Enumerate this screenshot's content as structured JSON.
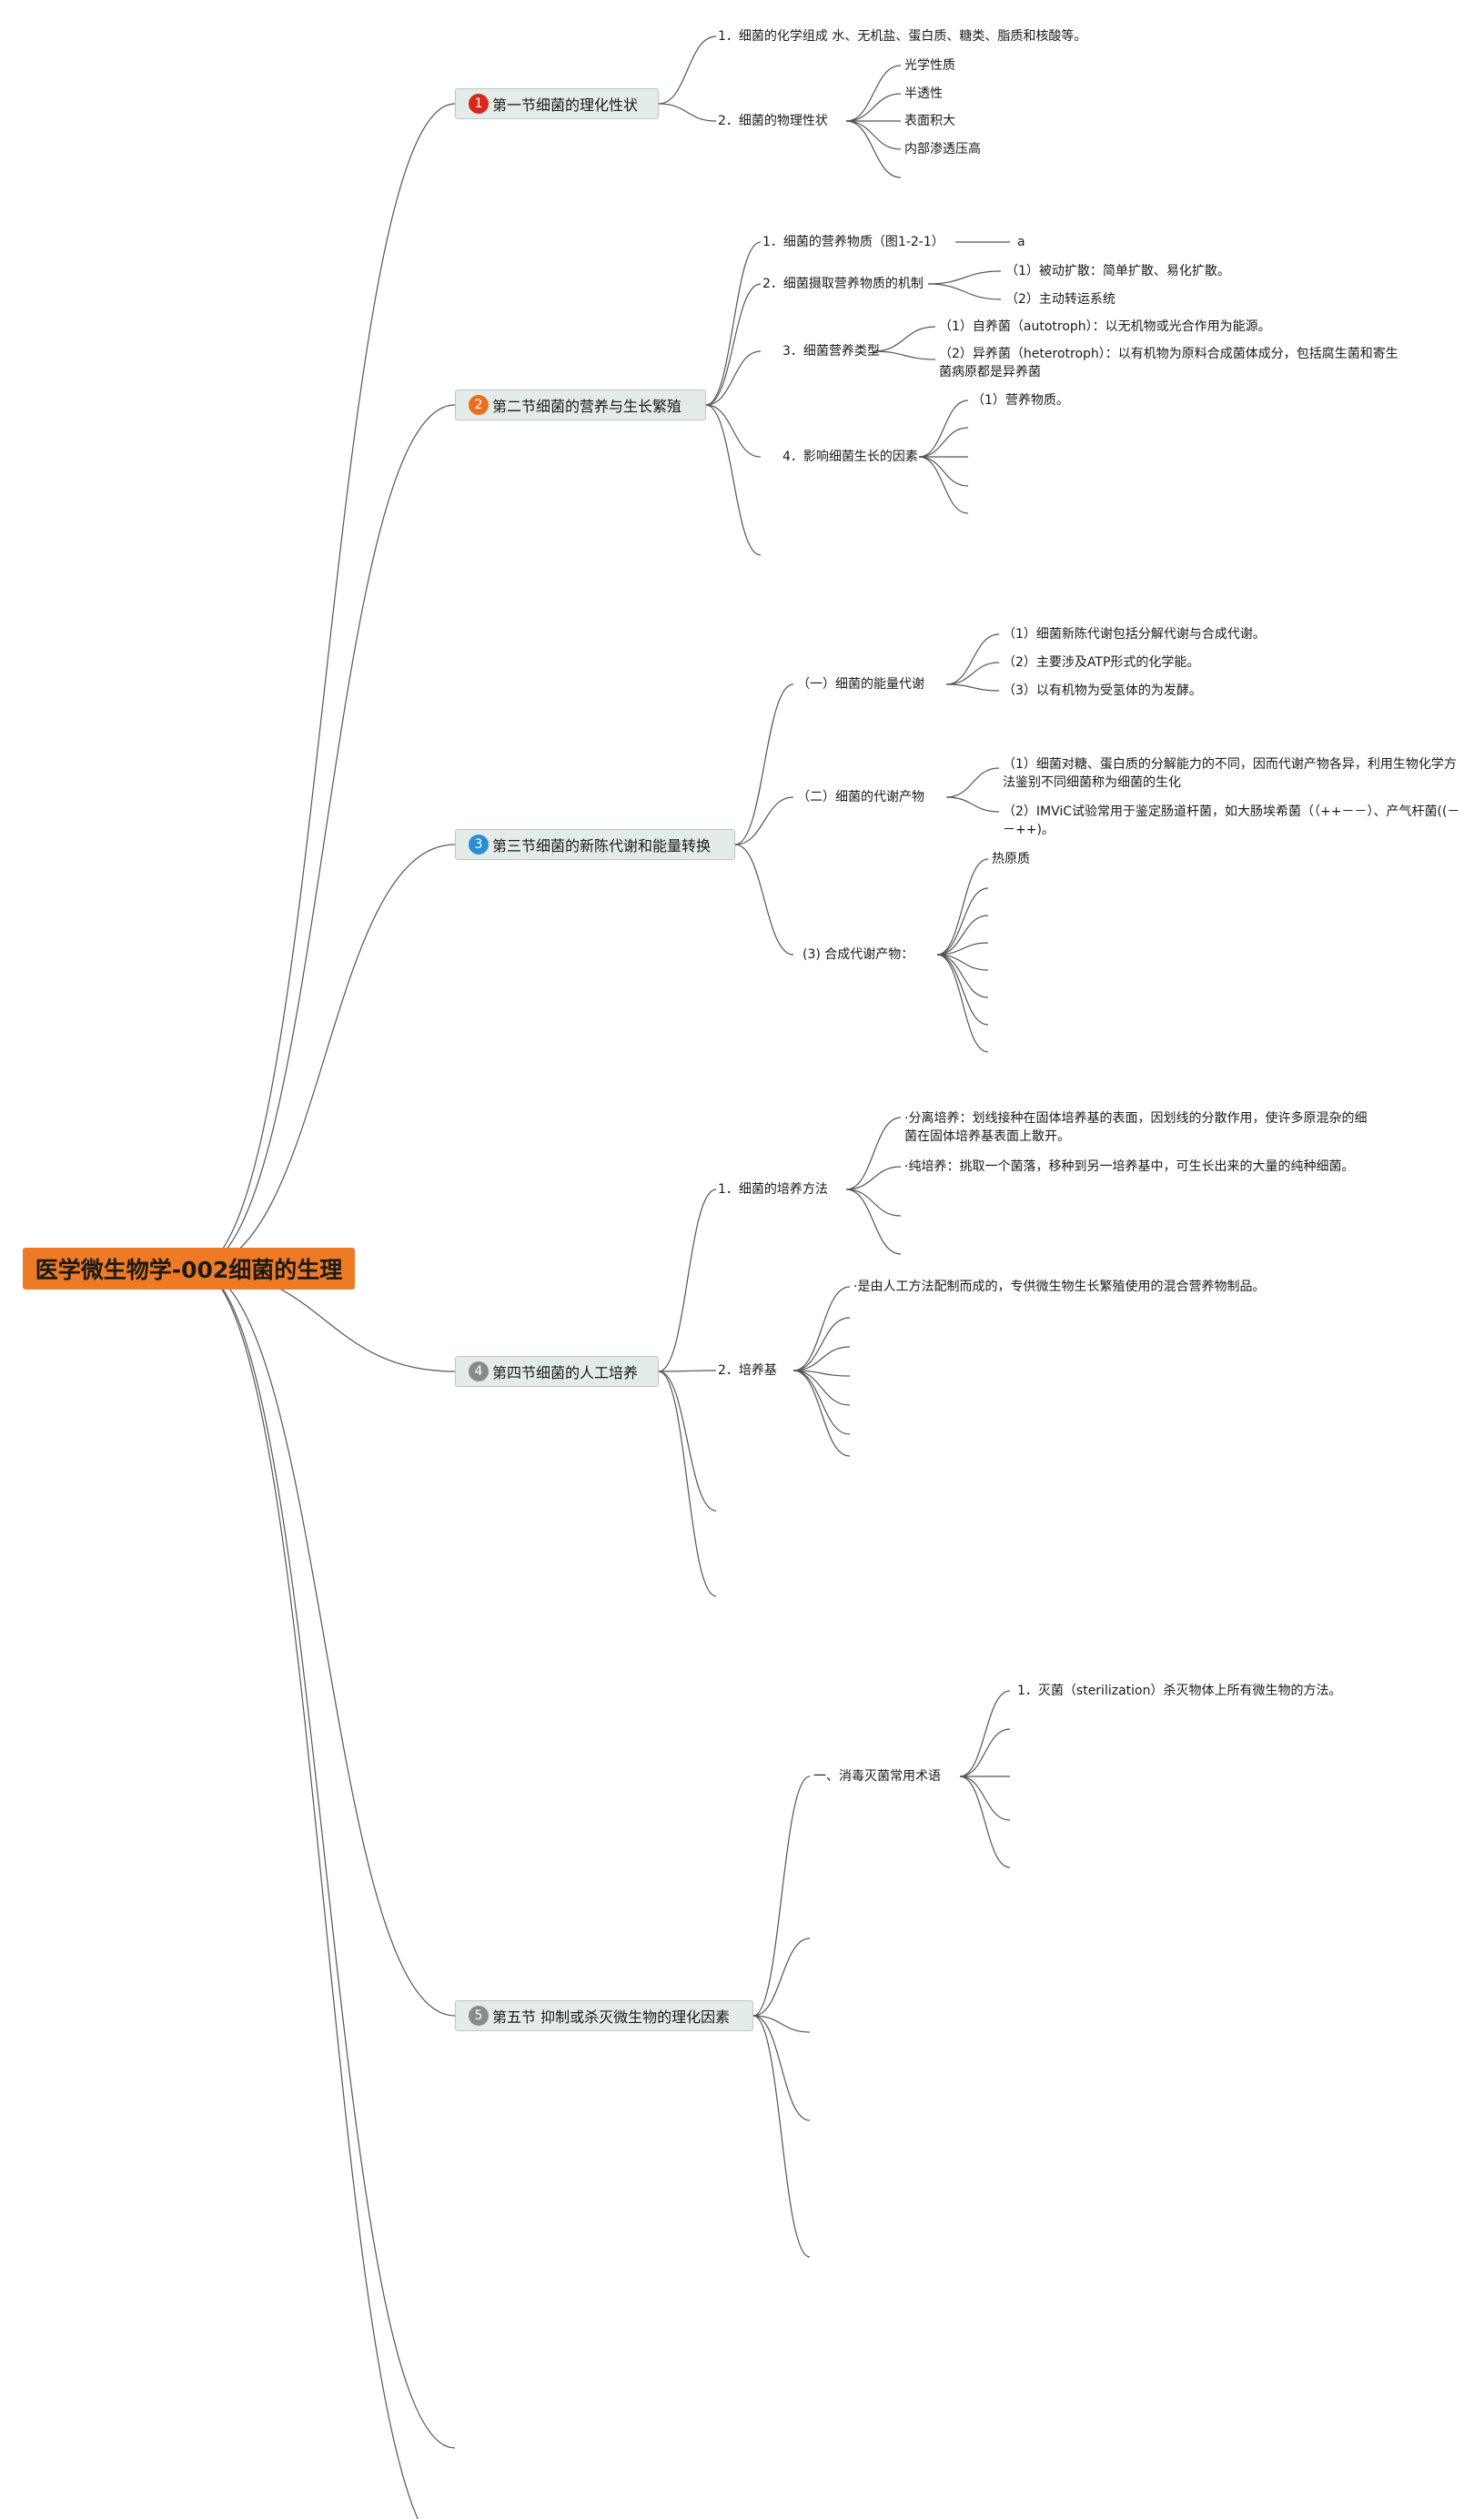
{
  "root": {
    "title": "医学微生物学-002细菌的生理",
    "color": "#ee7a25"
  },
  "sections": [
    {
      "num": "1",
      "title": "第一节细菌的理化性状",
      "badge_color": "#d9261c"
    },
    {
      "num": "2",
      "title": "第二节细菌的营养与生长繁殖",
      "badge_color": "#e8701f"
    },
    {
      "num": "3",
      "title": "第三节细菌的新陈代谢和能量转换",
      "badge_color": "#2b8ed0"
    },
    {
      "num": "4",
      "title": "第四节细菌的人工培养",
      "badge_color": "#8a8a8a"
    },
    {
      "num": "5",
      "title": "第五节 抑制或杀灭微生物的理化因素",
      "badge_color": "#8a8a8a"
    }
  ],
  "s1": {
    "chem": "1．细菌的化学组成 水、无机盐、蛋白质、糖类、脂质和核酸等。",
    "phys": "2．细菌的物理性状",
    "phys_items": [
      "光学性质",
      "半透性",
      "表面积大",
      "内部渗透压高"
    ]
  },
  "s2": {
    "nutrients": "1．细菌的营养物质（图1-2-1）",
    "nutrients_child": "a",
    "mech": "2．细菌摄取营养物质的机制",
    "mech_items": [
      "（1）被动扩散：简单扩散、易化扩散。",
      "（2）主动转运系统"
    ],
    "types": "3．细菌营养类型",
    "types_items": [
      "（1）自养菌（autotroph）：以无机物或光合作用为能源。",
      "（2）异养菌（heterotroph）：以有机物为原料合成菌体成分，包括腐生菌和寄生菌病原都是异养菌"
    ],
    "factors": "4．影响细菌生长的因素",
    "factors_items": [
      "（1）营养物质。"
    ]
  },
  "s3": {
    "energy": "（一）细菌的能量代谢",
    "energy_items": [
      "（1）细菌新陈代谢包括分解代谢与合成代谢。",
      "（2）主要涉及ATP形式的化学能。",
      "（3）以有机物为受氢体的为发酵。"
    ],
    "products": "（二）细菌的代谢产物",
    "products_items": [
      "（1）细菌对糖、蛋白质的分解能力的不同，因而代谢产物各异，利用生物化学方法鉴别不同细菌称为细菌的生化",
      "（2）IMViC试验常用于鉴定肠道杆菌，如大肠埃希菌（（++－－）、产气杆菌((－－++)。"
    ],
    "synth": "(3) 合成代谢产物：",
    "synth_items": [
      "热原质"
    ]
  },
  "s4": {
    "methods": "1．细菌的培养方法",
    "methods_items": [
      "·分离培养：划线接种在固体培养基的表面，因划线的分散作用，使许多原混杂的细菌在固体培养基表面上散开。",
      "·纯培养：挑取一个菌落，移种到另一培养基中，可生长出来的大量的纯种细菌。"
    ],
    "medium": "2．培养基",
    "medium_items": [
      "·是由人工方法配制而成的，专供微生物生长繁殖使用的混合营养物制品。"
    ]
  },
  "s5": {
    "terms": "一、消毒灭菌常用术语",
    "terms_items": [
      "1．灭菌（sterilization）杀灭物体上所有微生物的方法。"
    ]
  }
}
